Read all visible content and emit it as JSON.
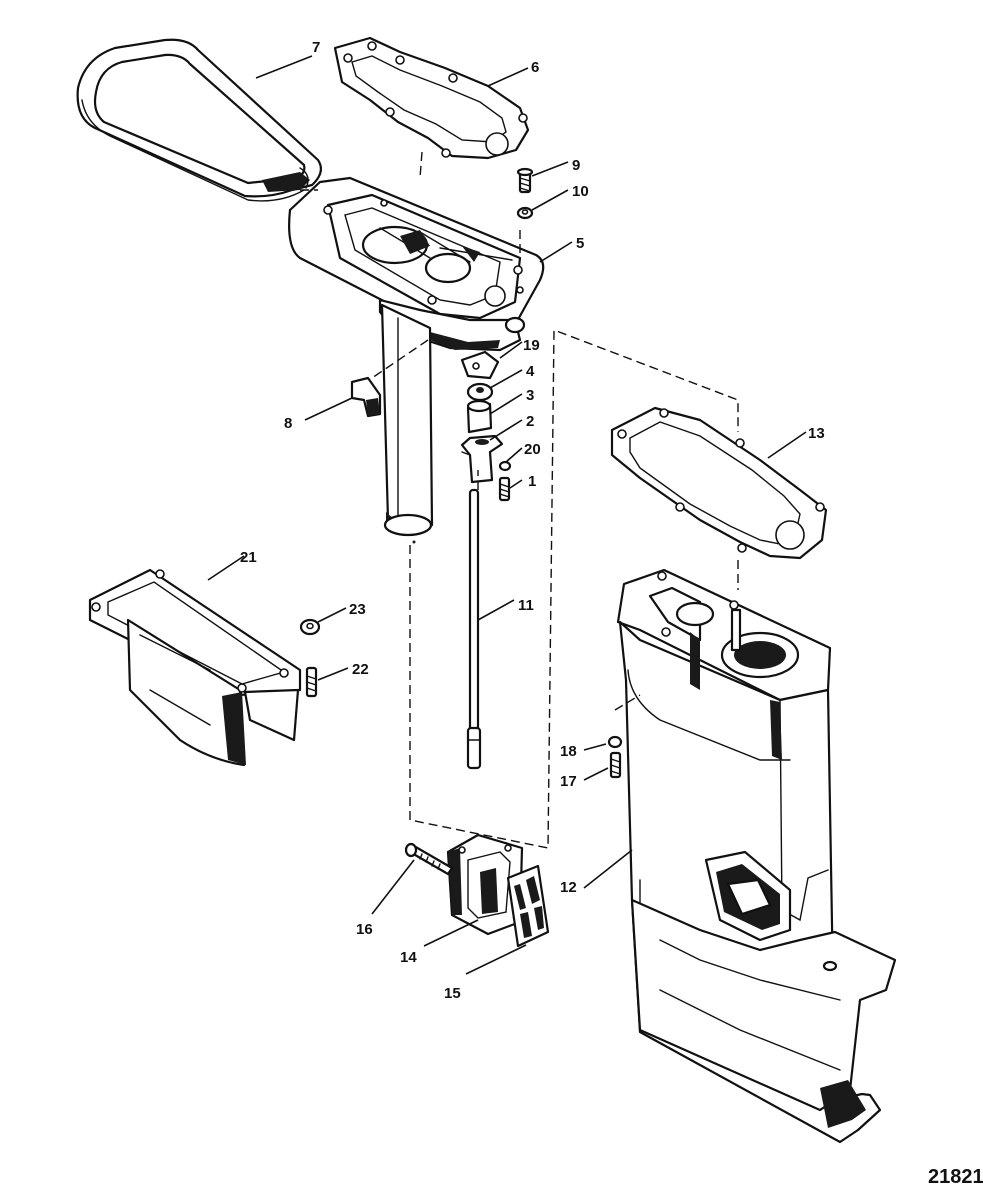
{
  "diagram": {
    "reference_number": "21821",
    "callouts": {
      "c1": "1",
      "c2": "2",
      "c3": "3",
      "c4": "4",
      "c5": "5",
      "c6": "6",
      "c7": "7",
      "c8": "8",
      "c9": "9",
      "c10": "10",
      "c11": "11",
      "c12": "12",
      "c13": "13",
      "c14": "14",
      "c15": "15",
      "c16": "16",
      "c17": "17",
      "c18": "18",
      "c19": "19",
      "c20": "20",
      "c21": "21",
      "c22": "22",
      "c23": "23"
    }
  }
}
